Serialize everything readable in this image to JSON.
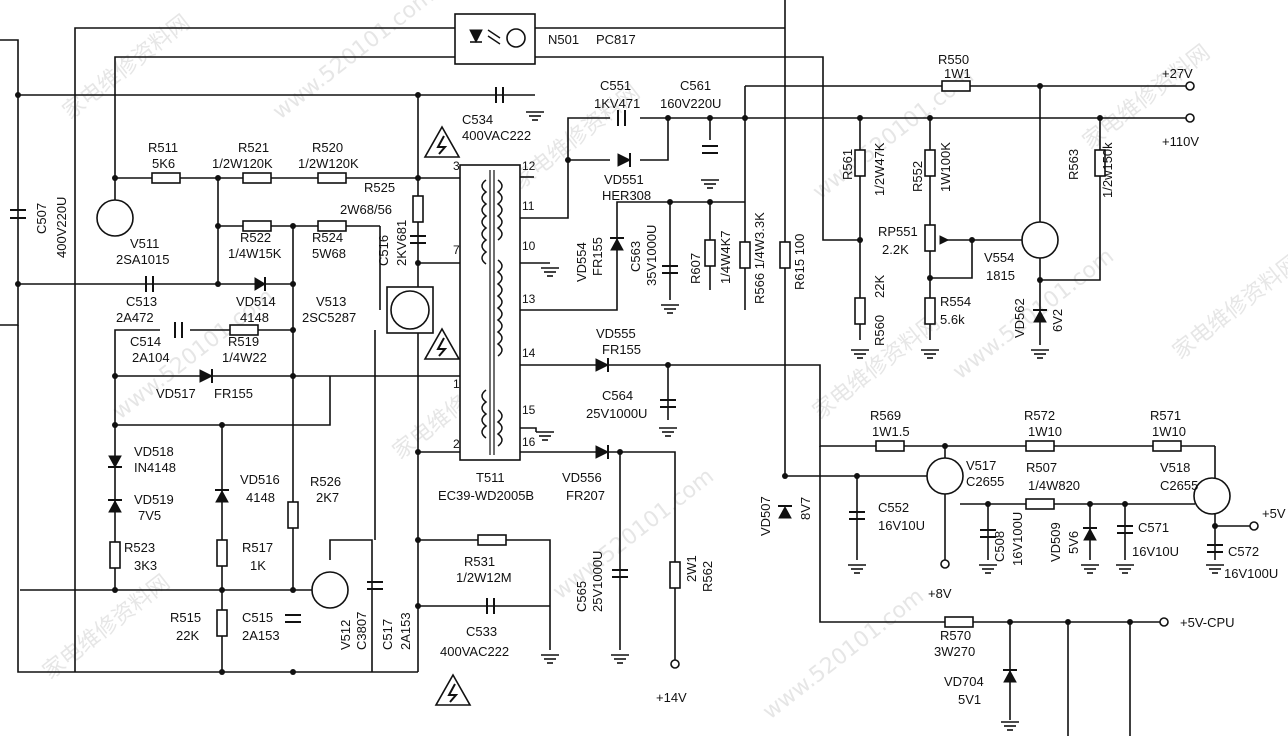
{
  "optocoupler": {
    "ref": "N501",
    "part": "PC817"
  },
  "rails": {
    "v27": "+27V",
    "v110": "+110V",
    "v5": "+5V",
    "v5cpu": "+5V-CPU",
    "v14": "+14V",
    "v8": "+8V"
  },
  "transformer": {
    "ref": "T511",
    "part": "EC39-WD2005B",
    "pins": [
      "3",
      "7",
      "1",
      "2",
      "12",
      "11",
      "10",
      "13",
      "14",
      "15",
      "16"
    ]
  },
  "labels": [
    {
      "id": "c534",
      "text": "C534"
    },
    {
      "id": "c534v",
      "text": "400VAC222"
    },
    {
      "id": "c551",
      "text": "C551"
    },
    {
      "id": "c551v",
      "text": "1KV471"
    },
    {
      "id": "c561",
      "text": "C561"
    },
    {
      "id": "c561v",
      "text": "160V220U"
    },
    {
      "id": "r550",
      "text": "R550"
    },
    {
      "id": "r550v",
      "text": "1W1"
    },
    {
      "id": "r511",
      "text": "R511"
    },
    {
      "id": "r511v",
      "text": "5K6"
    },
    {
      "id": "r521",
      "text": "R521"
    },
    {
      "id": "r521v",
      "text": "1/2W120K"
    },
    {
      "id": "r520",
      "text": "R520"
    },
    {
      "id": "r520v",
      "text": "1/2W120K"
    },
    {
      "id": "r525",
      "text": "R525"
    },
    {
      "id": "r525v",
      "text": "2W68/56"
    },
    {
      "id": "c507",
      "text": "C507"
    },
    {
      "id": "c507v",
      "text": "400V220U"
    },
    {
      "id": "v511",
      "text": "V511"
    },
    {
      "id": "v511v",
      "text": "2SA1015"
    },
    {
      "id": "r522",
      "text": "R522"
    },
    {
      "id": "r522v",
      "text": "1/4W15K"
    },
    {
      "id": "r524",
      "text": "R524"
    },
    {
      "id": "r524v",
      "text": "5W68"
    },
    {
      "id": "c516",
      "text": "C516"
    },
    {
      "id": "c516v",
      "text": "2KV681"
    },
    {
      "id": "c513",
      "text": "C513"
    },
    {
      "id": "c513v",
      "text": "2A472"
    },
    {
      "id": "vd514",
      "text": "VD514"
    },
    {
      "id": "vd514v",
      "text": "4148"
    },
    {
      "id": "v513",
      "text": "V513"
    },
    {
      "id": "v513v",
      "text": "2SC5287"
    },
    {
      "id": "c514",
      "text": "C514"
    },
    {
      "id": "c514v",
      "text": "2A104"
    },
    {
      "id": "r519",
      "text": "R519"
    },
    {
      "id": "r519v",
      "text": "1/4W22"
    },
    {
      "id": "vd517",
      "text": "VD517"
    },
    {
      "id": "vd517v",
      "text": "FR155"
    },
    {
      "id": "vd518",
      "text": "VD518"
    },
    {
      "id": "vd518v",
      "text": "IN4148"
    },
    {
      "id": "vd519",
      "text": "VD519"
    },
    {
      "id": "vd519v",
      "text": "7V5"
    },
    {
      "id": "vd516",
      "text": "VD516"
    },
    {
      "id": "vd516v",
      "text": "4148"
    },
    {
      "id": "r526",
      "text": "R526"
    },
    {
      "id": "r526v",
      "text": "2K7"
    },
    {
      "id": "r523",
      "text": "R523"
    },
    {
      "id": "r523v",
      "text": "3K3"
    },
    {
      "id": "r517",
      "text": "R517"
    },
    {
      "id": "r517v",
      "text": "1K"
    },
    {
      "id": "r515",
      "text": "R515"
    },
    {
      "id": "r515v",
      "text": "22K"
    },
    {
      "id": "c515",
      "text": "C515"
    },
    {
      "id": "c515v",
      "text": "2A153"
    },
    {
      "id": "v512",
      "text": "V512"
    },
    {
      "id": "v512v",
      "text": "C3807"
    },
    {
      "id": "c517",
      "text": "C517"
    },
    {
      "id": "c517v",
      "text": "2A153"
    },
    {
      "id": "r531",
      "text": "R531"
    },
    {
      "id": "r531v",
      "text": "1/2W12M"
    },
    {
      "id": "c533",
      "text": "C533"
    },
    {
      "id": "c533v",
      "text": "400VAC222"
    },
    {
      "id": "vd551",
      "text": "VD551"
    },
    {
      "id": "vd551v",
      "text": "HER308"
    },
    {
      "id": "vd554",
      "text": "VD554"
    },
    {
      "id": "vd554v",
      "text": "FR155"
    },
    {
      "id": "c563",
      "text": "C563"
    },
    {
      "id": "c563v",
      "text": "35V1000U"
    },
    {
      "id": "r607",
      "text": "R607"
    },
    {
      "id": "r607v",
      "text": "1/4W4K7"
    },
    {
      "id": "r566",
      "text": "R566 1/4W3.3K"
    },
    {
      "id": "r615",
      "text": "R615 100"
    },
    {
      "id": "vd555",
      "text": "VD555"
    },
    {
      "id": "vd555v",
      "text": "FR155"
    },
    {
      "id": "c564",
      "text": "C564"
    },
    {
      "id": "c564v",
      "text": "25V1000U"
    },
    {
      "id": "vd556",
      "text": "VD556"
    },
    {
      "id": "vd556v",
      "text": "FR207"
    },
    {
      "id": "c565",
      "text": "C565"
    },
    {
      "id": "c565v",
      "text": "25V1000U"
    },
    {
      "id": "r562",
      "text": "R562"
    },
    {
      "id": "r562v",
      "text": "2W1"
    },
    {
      "id": "r561",
      "text": "R561"
    },
    {
      "id": "r561v",
      "text": "1/2W47K"
    },
    {
      "id": "r552",
      "text": "R552"
    },
    {
      "id": "r552v",
      "text": "1W100K"
    },
    {
      "id": "r563",
      "text": "R563"
    },
    {
      "id": "r563v",
      "text": "1/2w150k"
    },
    {
      "id": "rp551",
      "text": "RP551"
    },
    {
      "id": "rp551v",
      "text": "2.2K"
    },
    {
      "id": "v554",
      "text": "V554"
    },
    {
      "id": "v554v",
      "text": "1815"
    },
    {
      "id": "r554",
      "text": "R554"
    },
    {
      "id": "r554v",
      "text": "5.6k"
    },
    {
      "id": "r560",
      "text": "R560"
    },
    {
      "id": "r560v",
      "text": "22K"
    },
    {
      "id": "vd562",
      "text": "VD562"
    },
    {
      "id": "vd562v",
      "text": "6V2"
    },
    {
      "id": "r569",
      "text": "R569"
    },
    {
      "id": "r569v",
      "text": "1W1.5"
    },
    {
      "id": "r572",
      "text": "R572"
    },
    {
      "id": "r572v",
      "text": "1W10"
    },
    {
      "id": "r571",
      "text": "R571"
    },
    {
      "id": "r571v",
      "text": "1W10"
    },
    {
      "id": "v517",
      "text": "V517"
    },
    {
      "id": "v517v",
      "text": "C2655"
    },
    {
      "id": "r507",
      "text": "R507"
    },
    {
      "id": "r507v",
      "text": "1/4W820"
    },
    {
      "id": "v518",
      "text": "V518"
    },
    {
      "id": "v518v",
      "text": "C2655"
    },
    {
      "id": "vd507",
      "text": "VD507"
    },
    {
      "id": "vd507v",
      "text": "8V7"
    },
    {
      "id": "c552",
      "text": "C552"
    },
    {
      "id": "c552v",
      "text": "16V10U"
    },
    {
      "id": "c508",
      "text": "C508"
    },
    {
      "id": "c508v",
      "text": "16V100U"
    },
    {
      "id": "vd509",
      "text": "VD509"
    },
    {
      "id": "vd509v",
      "text": "5V6"
    },
    {
      "id": "c571",
      "text": "C571"
    },
    {
      "id": "c571v",
      "text": "16V10U"
    },
    {
      "id": "c572",
      "text": "C572"
    },
    {
      "id": "c572v",
      "text": "16V100U"
    },
    {
      "id": "r570",
      "text": "R570"
    },
    {
      "id": "r570v",
      "text": "3W270"
    },
    {
      "id": "vd704",
      "text": "VD704"
    },
    {
      "id": "vd704v",
      "text": "5V1"
    }
  ],
  "watermarks": [
    "家电维修资料网",
    "www.520101.com"
  ]
}
